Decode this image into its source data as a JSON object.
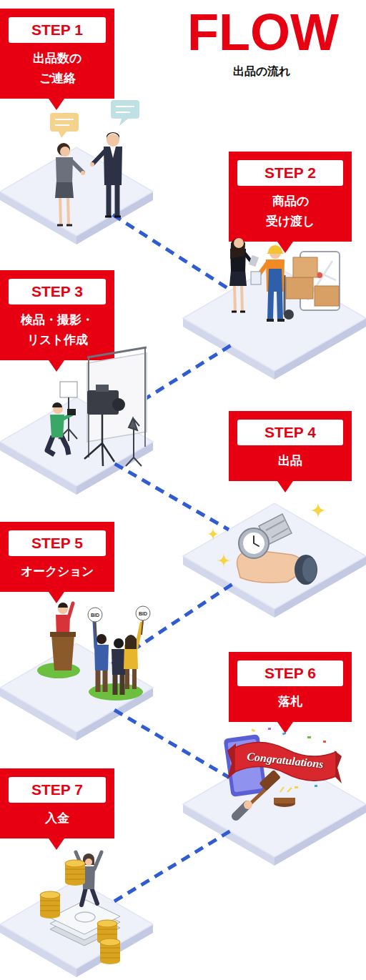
{
  "diagram": {
    "title": "FLOW",
    "nodes": [
      {
        "text": [
          "STEP 1",
          "出品数の ご連絡"
        ]
      },
      {
        "text": [
          "STEP 2",
          "商品の 受け渡し"
        ]
      },
      {
        "text": [
          "STEP 3",
          "検品・撮影・ リスト作成"
        ]
      },
      {
        "text": [
          "STEP 4",
          "出品"
        ]
      },
      {
        "text": [
          "STEP 5",
          "オークション"
        ]
      },
      {
        "text": [
          "STEP 6",
          "落札"
        ]
      },
      {
        "text": [
          "STEP 7",
          "入金"
        ]
      }
    ],
    "edges": [
      {
        "from": 0,
        "to": 1,
        "arrow": "none"
      },
      {
        "from": 1,
        "to": 2,
        "arrow": "none"
      },
      {
        "from": 2,
        "to": 3,
        "arrow": "none"
      },
      {
        "from": 3,
        "to": 4,
        "arrow": "none"
      },
      {
        "from": 4,
        "to": 5,
        "arrow": "none"
      },
      {
        "from": 5,
        "to": 6,
        "arrow": "none"
      }
    ],
    "labels": [
      "出品の流れ",
      "BID",
      "BID",
      "Congratulations"
    ]
  }
}
